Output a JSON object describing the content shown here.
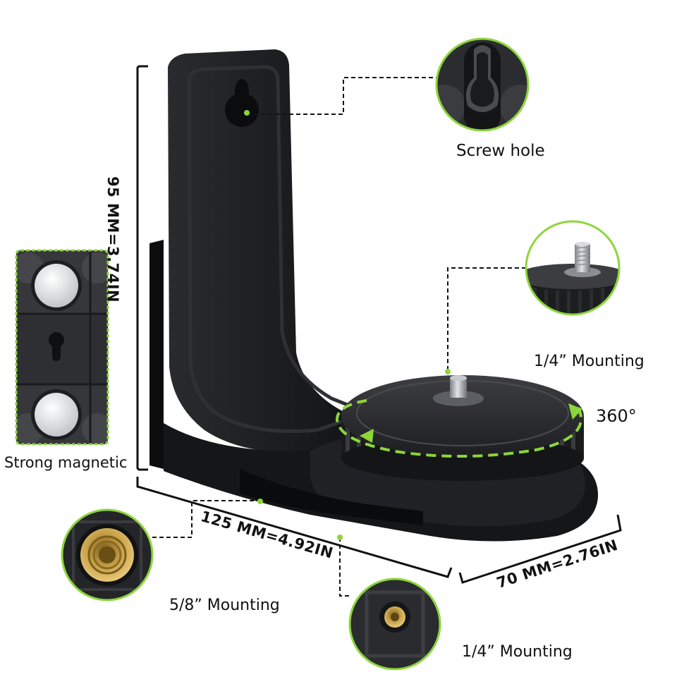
{
  "labels": {
    "screw_hole": "Screw hole",
    "mount_quarter_top": "1/4” Mounting",
    "rotation": "360°",
    "strong_magnetic": "Strong magnetic",
    "mount_five_eighths": "5/8” Mounting",
    "mount_quarter_bottom": "1/4” Mounting"
  },
  "dimensions": {
    "height": "95 MM=3.74IN",
    "length": "125 MM=4.92IN",
    "width": "70 MM=2.76IN"
  },
  "icons": {
    "product": "l-bracket-magnetic-mount-icon",
    "screw_hole_detail": "keyhole-slot-icon",
    "quarter_stud_detail": "threaded-stud-icon",
    "magnet_detail": "magnet-back-icon",
    "brass_insert_detail": "brass-insert-icon",
    "small_insert_detail": "small-brass-insert-icon",
    "rotation_arrow": "rotation-arrow-icon"
  },
  "colors": {
    "accent": "#8cd63a",
    "product": "#1b1c1e",
    "text": "#111111",
    "brass": "#c9a24a"
  }
}
